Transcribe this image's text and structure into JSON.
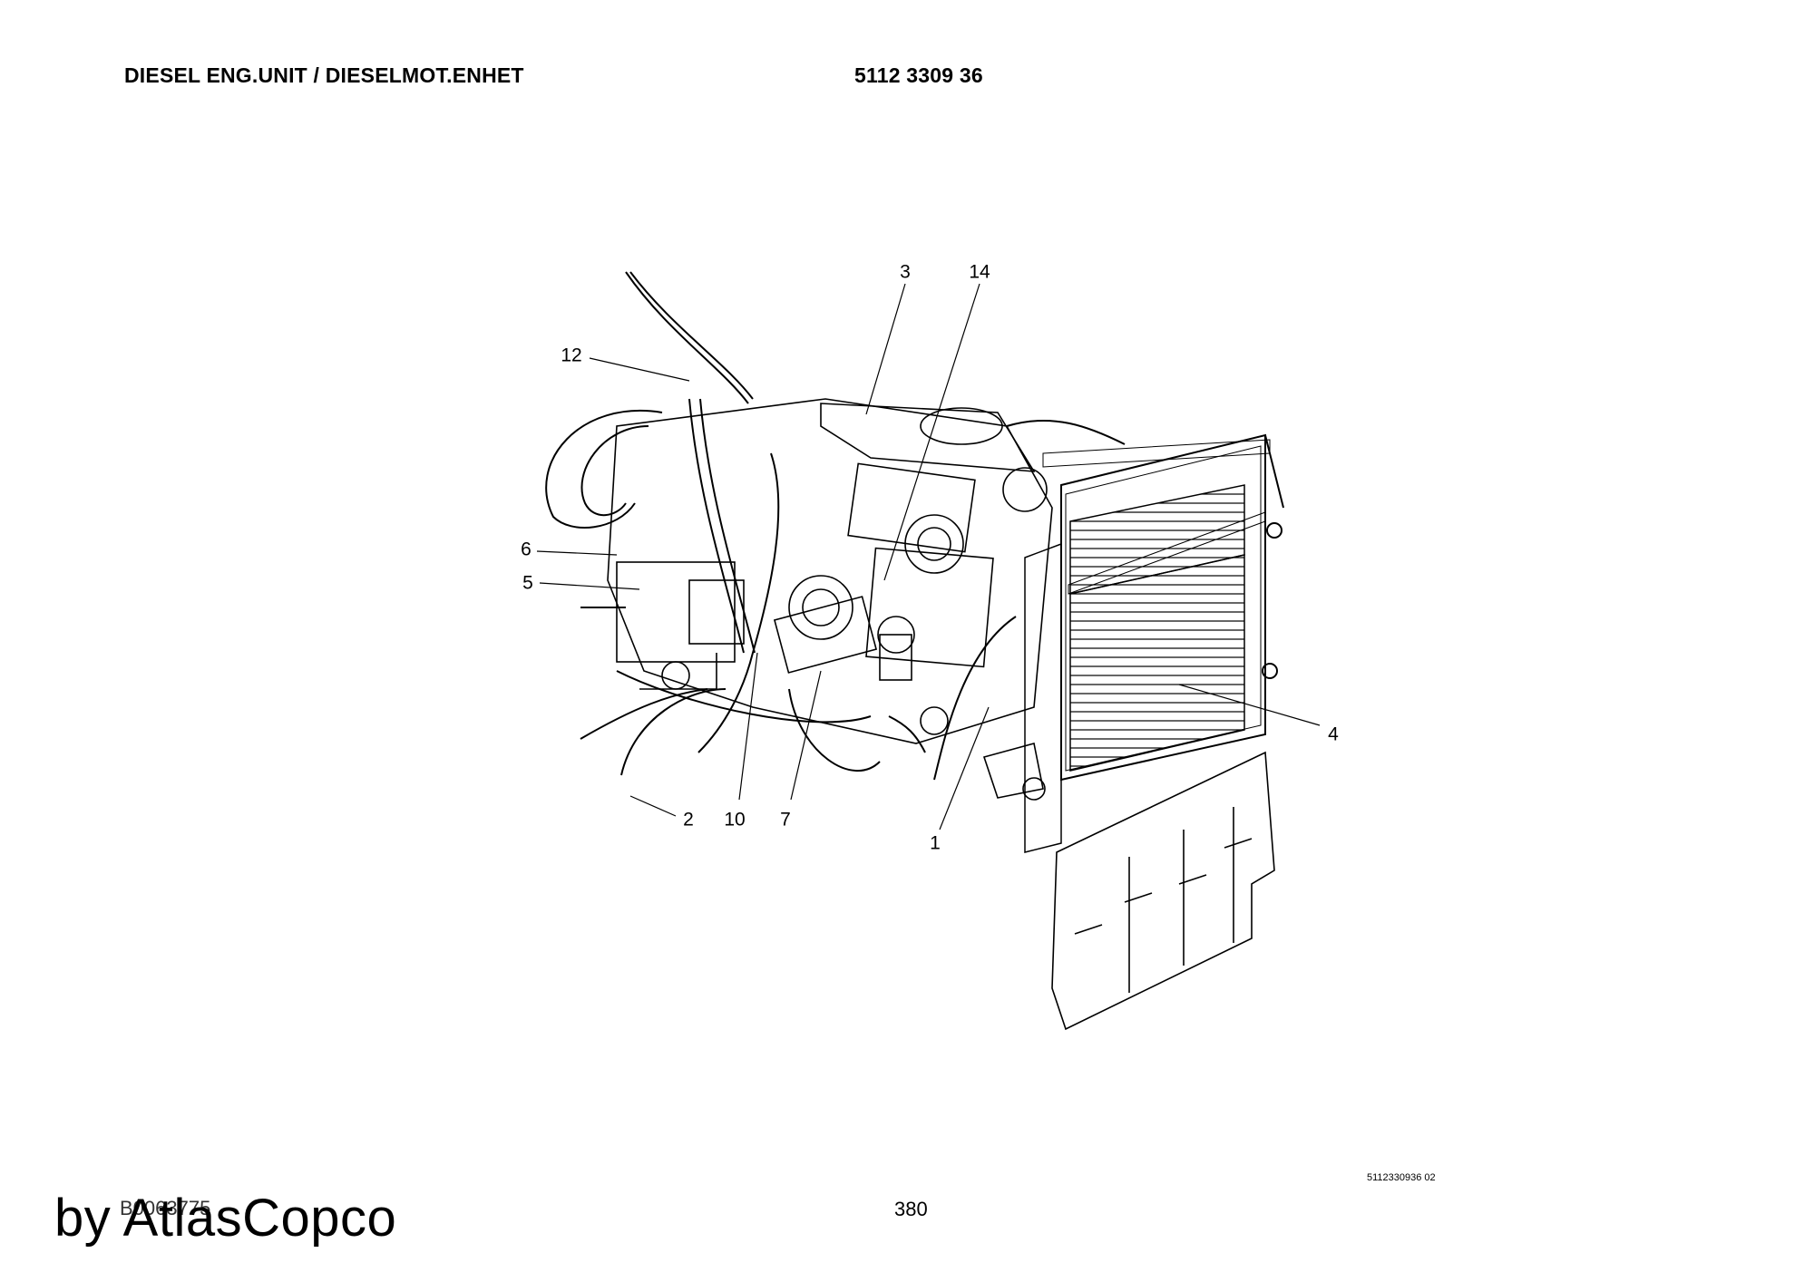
{
  "header": {
    "title": "DIESEL ENG.UNIT / DIESELMOT.ENHET",
    "part_number": "5112 3309 36"
  },
  "callouts": [
    {
      "id": "3",
      "label": "3"
    },
    {
      "id": "14",
      "label": "14"
    },
    {
      "id": "12",
      "label": "12"
    },
    {
      "id": "6",
      "label": "6"
    },
    {
      "id": "5",
      "label": "5"
    },
    {
      "id": "4",
      "label": "4"
    },
    {
      "id": "2",
      "label": "2"
    },
    {
      "id": "10",
      "label": "10"
    },
    {
      "id": "7",
      "label": "7"
    },
    {
      "id": "1",
      "label": "1"
    }
  ],
  "footer": {
    "reference_code": "5112330936 02",
    "document_id": "B0063775",
    "page_number": "380",
    "brand": "by AtlasCopco"
  }
}
